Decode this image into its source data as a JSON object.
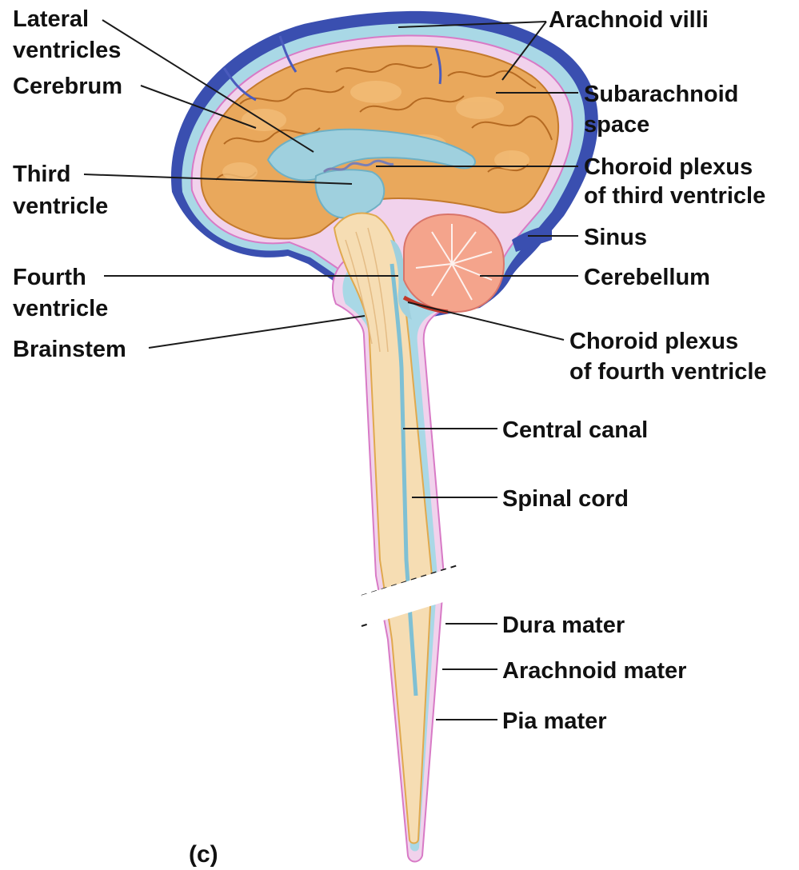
{
  "labels": {
    "lateral_ventricles_1": "Lateral",
    "lateral_ventricles_2": "ventricles",
    "cerebrum": "Cerebrum",
    "third_ventricle_1": "Third",
    "third_ventricle_2": "ventricle",
    "fourth_ventricle_1": "Fourth",
    "fourth_ventricle_2": "ventricle",
    "brainstem": "Brainstem",
    "arachnoid_villi": "Arachnoid villi",
    "subarachnoid_space_1": "Subarachnoid",
    "subarachnoid_space_2": "space",
    "choroid_plexus_third_1": "Choroid plexus",
    "choroid_plexus_third_2": "of third ventricle",
    "sinus": "Sinus",
    "cerebellum": "Cerebellum",
    "choroid_plexus_fourth_1": "Choroid plexus",
    "choroid_plexus_fourth_2": "of fourth ventricle",
    "central_canal": "Central canal",
    "spinal_cord": "Spinal cord",
    "dura_mater": "Dura mater",
    "arachnoid_mater": "Arachnoid mater",
    "pia_mater": "Pia mater",
    "panel": "(c)"
  },
  "colors": {
    "dura_blue": "#3a4fb0",
    "subarachnoid_light_blue": "#a9d8e6",
    "pia_pink": "#d87ac6",
    "meninges_lilac": "#f1d2ec",
    "cerebrum_orange": "#e9a85c",
    "cerebrum_gyri": "#f2bd78",
    "cord_cream": "#f6ddb3",
    "cerebellum_pink": "#f4a48c",
    "ventricle_blue": "#9fd0de",
    "choroid_red": "#c0392b"
  }
}
